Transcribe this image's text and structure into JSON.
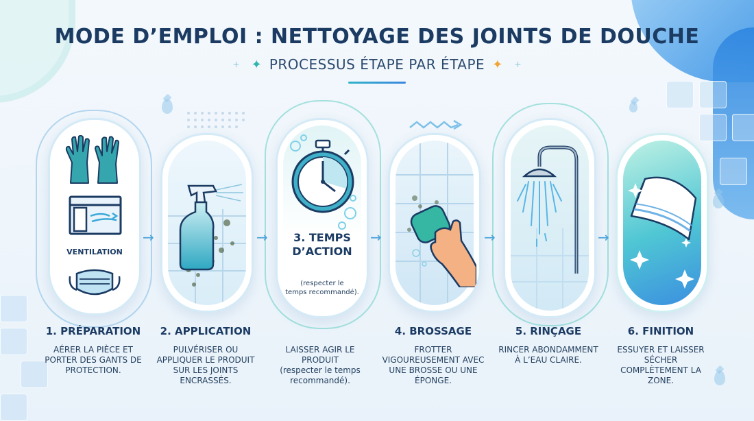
{
  "title": "MODE D’EMPLOI : NETTOYAGE DES JOINTS DE DOUCHE",
  "subtitle": "PROCESSUS ÉTAPE PAR ÉTAPE",
  "colors": {
    "navy": "#1b3b63",
    "teal": "#31b3c9",
    "blue": "#3b86e0",
    "arrow": "#4aa3d9"
  },
  "arrow_glyph": "→",
  "steps": [
    {
      "title": "1. PRÉPARATION",
      "desc": "AÉRER LA PIÈCE ET PORTER DES GANTS DE PROTECTION.",
      "image_label": "VENTILATION",
      "icons": [
        "gloves-icon",
        "window-icon",
        "mask-icon"
      ]
    },
    {
      "title": "2. APPLICATION",
      "desc": "PULVÉRISER OU APPLIQUER LE PRODUIT SUR LES JOINTS ENCRASSÉS.",
      "icons": [
        "spray-bottle-icon"
      ]
    },
    {
      "title": "3. TEMPS D’ACTION",
      "card_title_line1": "3. TEMPS",
      "card_title_line2": "D’ACTION",
      "card_note_line1": "(respecter le",
      "card_note_line2": "temps recommandé).",
      "desc_line1": "LAISSER AGIR LE",
      "desc_line2": "PRODUIT",
      "desc_line3": "(respecter le temps",
      "desc_line4": "recommandé).",
      "icons": [
        "stopwatch-icon"
      ]
    },
    {
      "title": "4. BROSSAGE",
      "desc": "FROTTER VIGOUREUSEMENT AVEC UNE BROSSE OU UNE ÉPONGE.",
      "icons": [
        "sponge-hand-icon"
      ]
    },
    {
      "title": "5. RINÇAGE",
      "desc": "RINCER ABONDAMMENT À L’EAU CLAIRE.",
      "icons": [
        "shower-head-icon"
      ]
    },
    {
      "title": "6. FINITION",
      "desc": "ESSUYER ET LAISSER SÉCHER COMPLÈTEMENT LA ZONE.",
      "icons": [
        "towel-icon"
      ]
    }
  ]
}
